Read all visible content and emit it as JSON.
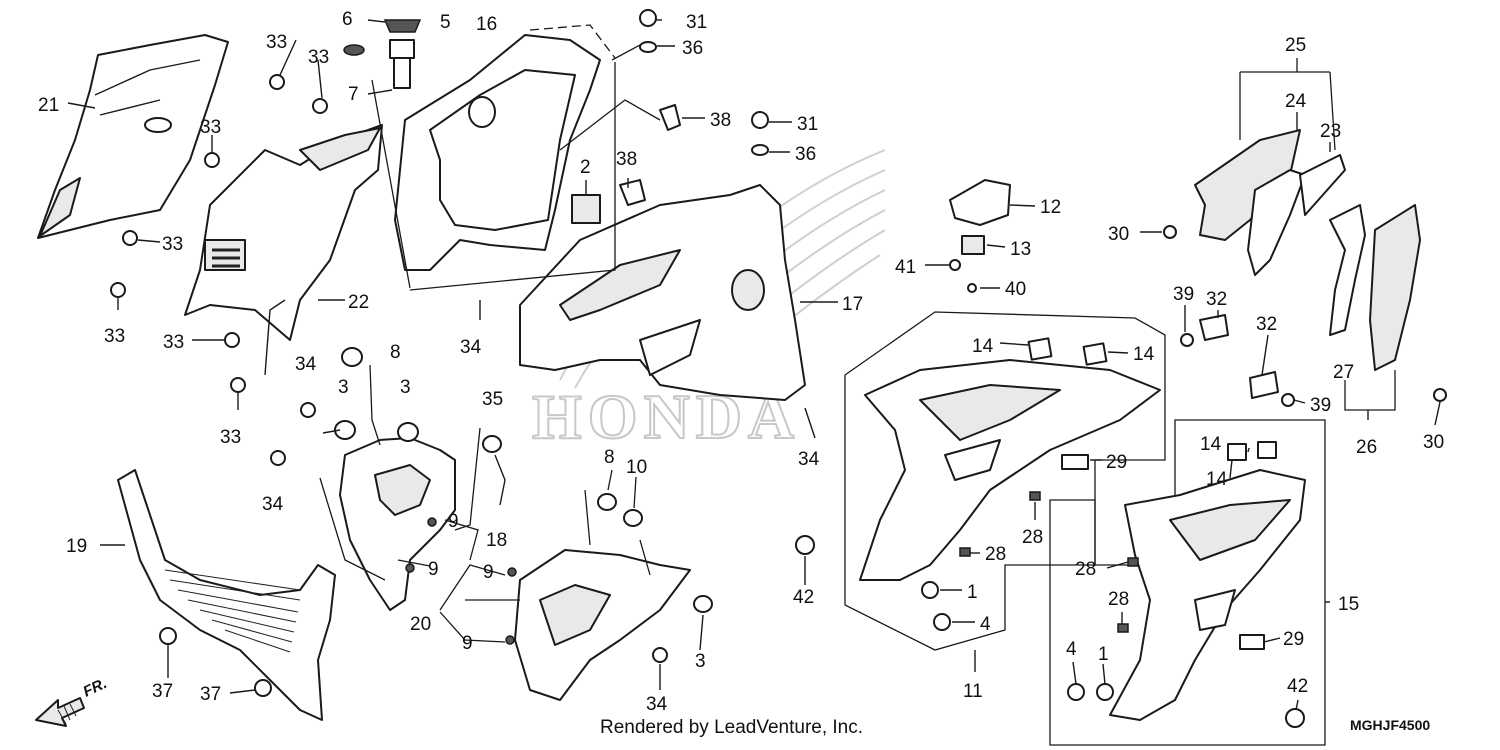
{
  "callouts": [
    {
      "id": "c1",
      "text": "21"
    },
    {
      "id": "c2",
      "text": "33"
    },
    {
      "id": "c3",
      "text": "33"
    },
    {
      "id": "c4",
      "text": "33"
    },
    {
      "id": "c5",
      "text": "33"
    },
    {
      "id": "c6",
      "text": "33"
    },
    {
      "id": "c7",
      "text": "22"
    },
    {
      "id": "c8",
      "text": "33"
    },
    {
      "id": "c9",
      "text": "33"
    },
    {
      "id": "c10",
      "text": "6"
    },
    {
      "id": "c11",
      "text": "5"
    },
    {
      "id": "c12",
      "text": "7"
    },
    {
      "id": "c13",
      "text": "16"
    },
    {
      "id": "c14",
      "text": "31"
    },
    {
      "id": "c15",
      "text": "36"
    },
    {
      "id": "c16",
      "text": "38"
    },
    {
      "id": "c17",
      "text": "31"
    },
    {
      "id": "c18",
      "text": "36"
    },
    {
      "id": "c19",
      "text": "2"
    },
    {
      "id": "c20",
      "text": "38"
    },
    {
      "id": "c21",
      "text": "17"
    },
    {
      "id": "c22",
      "text": "34"
    },
    {
      "id": "c23",
      "text": "8"
    },
    {
      "id": "c24",
      "text": "34"
    },
    {
      "id": "c25",
      "text": "3"
    },
    {
      "id": "c26",
      "text": "3"
    },
    {
      "id": "c27",
      "text": "35"
    },
    {
      "id": "c28",
      "text": "34"
    },
    {
      "id": "c29",
      "text": "9"
    },
    {
      "id": "c30",
      "text": "18"
    },
    {
      "id": "c31",
      "text": "9"
    },
    {
      "id": "c32",
      "text": "9"
    },
    {
      "id": "c33",
      "text": "20"
    },
    {
      "id": "c34",
      "text": "9"
    },
    {
      "id": "c35",
      "text": "19"
    },
    {
      "id": "c36",
      "text": "37"
    },
    {
      "id": "c37",
      "text": "37"
    },
    {
      "id": "c38",
      "text": "8"
    },
    {
      "id": "c39",
      "text": "10"
    },
    {
      "id": "c40",
      "text": "3"
    },
    {
      "id": "c41",
      "text": "34"
    },
    {
      "id": "c42",
      "text": "34"
    },
    {
      "id": "c43",
      "text": "12"
    },
    {
      "id": "c44",
      "text": "13"
    },
    {
      "id": "c45",
      "text": "41"
    },
    {
      "id": "c46",
      "text": "40"
    },
    {
      "id": "c47",
      "text": "14"
    },
    {
      "id": "c48",
      "text": "14"
    },
    {
      "id": "c49",
      "text": "29"
    },
    {
      "id": "c50",
      "text": "28"
    },
    {
      "id": "c51",
      "text": "28"
    },
    {
      "id": "c52",
      "text": "1"
    },
    {
      "id": "c53",
      "text": "4"
    },
    {
      "id": "c54",
      "text": "11"
    },
    {
      "id": "c55",
      "text": "42"
    },
    {
      "id": "c56",
      "text": "25"
    },
    {
      "id": "c57",
      "text": "24"
    },
    {
      "id": "c58",
      "text": "23"
    },
    {
      "id": "c59",
      "text": "30"
    },
    {
      "id": "c60",
      "text": "39"
    },
    {
      "id": "c61",
      "text": "32"
    },
    {
      "id": "c62",
      "text": "32"
    },
    {
      "id": "c63",
      "text": "39"
    },
    {
      "id": "c64",
      "text": "27"
    },
    {
      "id": "c65",
      "text": "26"
    },
    {
      "id": "c66",
      "text": "30"
    },
    {
      "id": "c67",
      "text": "14"
    },
    {
      "id": "c68",
      "text": "14"
    },
    {
      "id": "c69",
      "text": "15"
    },
    {
      "id": "c70",
      "text": "28"
    },
    {
      "id": "c71",
      "text": "28"
    },
    {
      "id": "c72",
      "text": "29"
    },
    {
      "id": "c73",
      "text": "4"
    },
    {
      "id": "c74",
      "text": "1"
    },
    {
      "id": "c75",
      "text": "42"
    }
  ],
  "watermark": "HONDA",
  "direction_label": "FR.",
  "credit": "Rendered by LeadVenture, Inc.",
  "diagram_code": "MGHJF4500",
  "colors": {
    "ink": "#1a1a1a",
    "watermark": "#c8c8c8",
    "background": "#ffffff"
  }
}
